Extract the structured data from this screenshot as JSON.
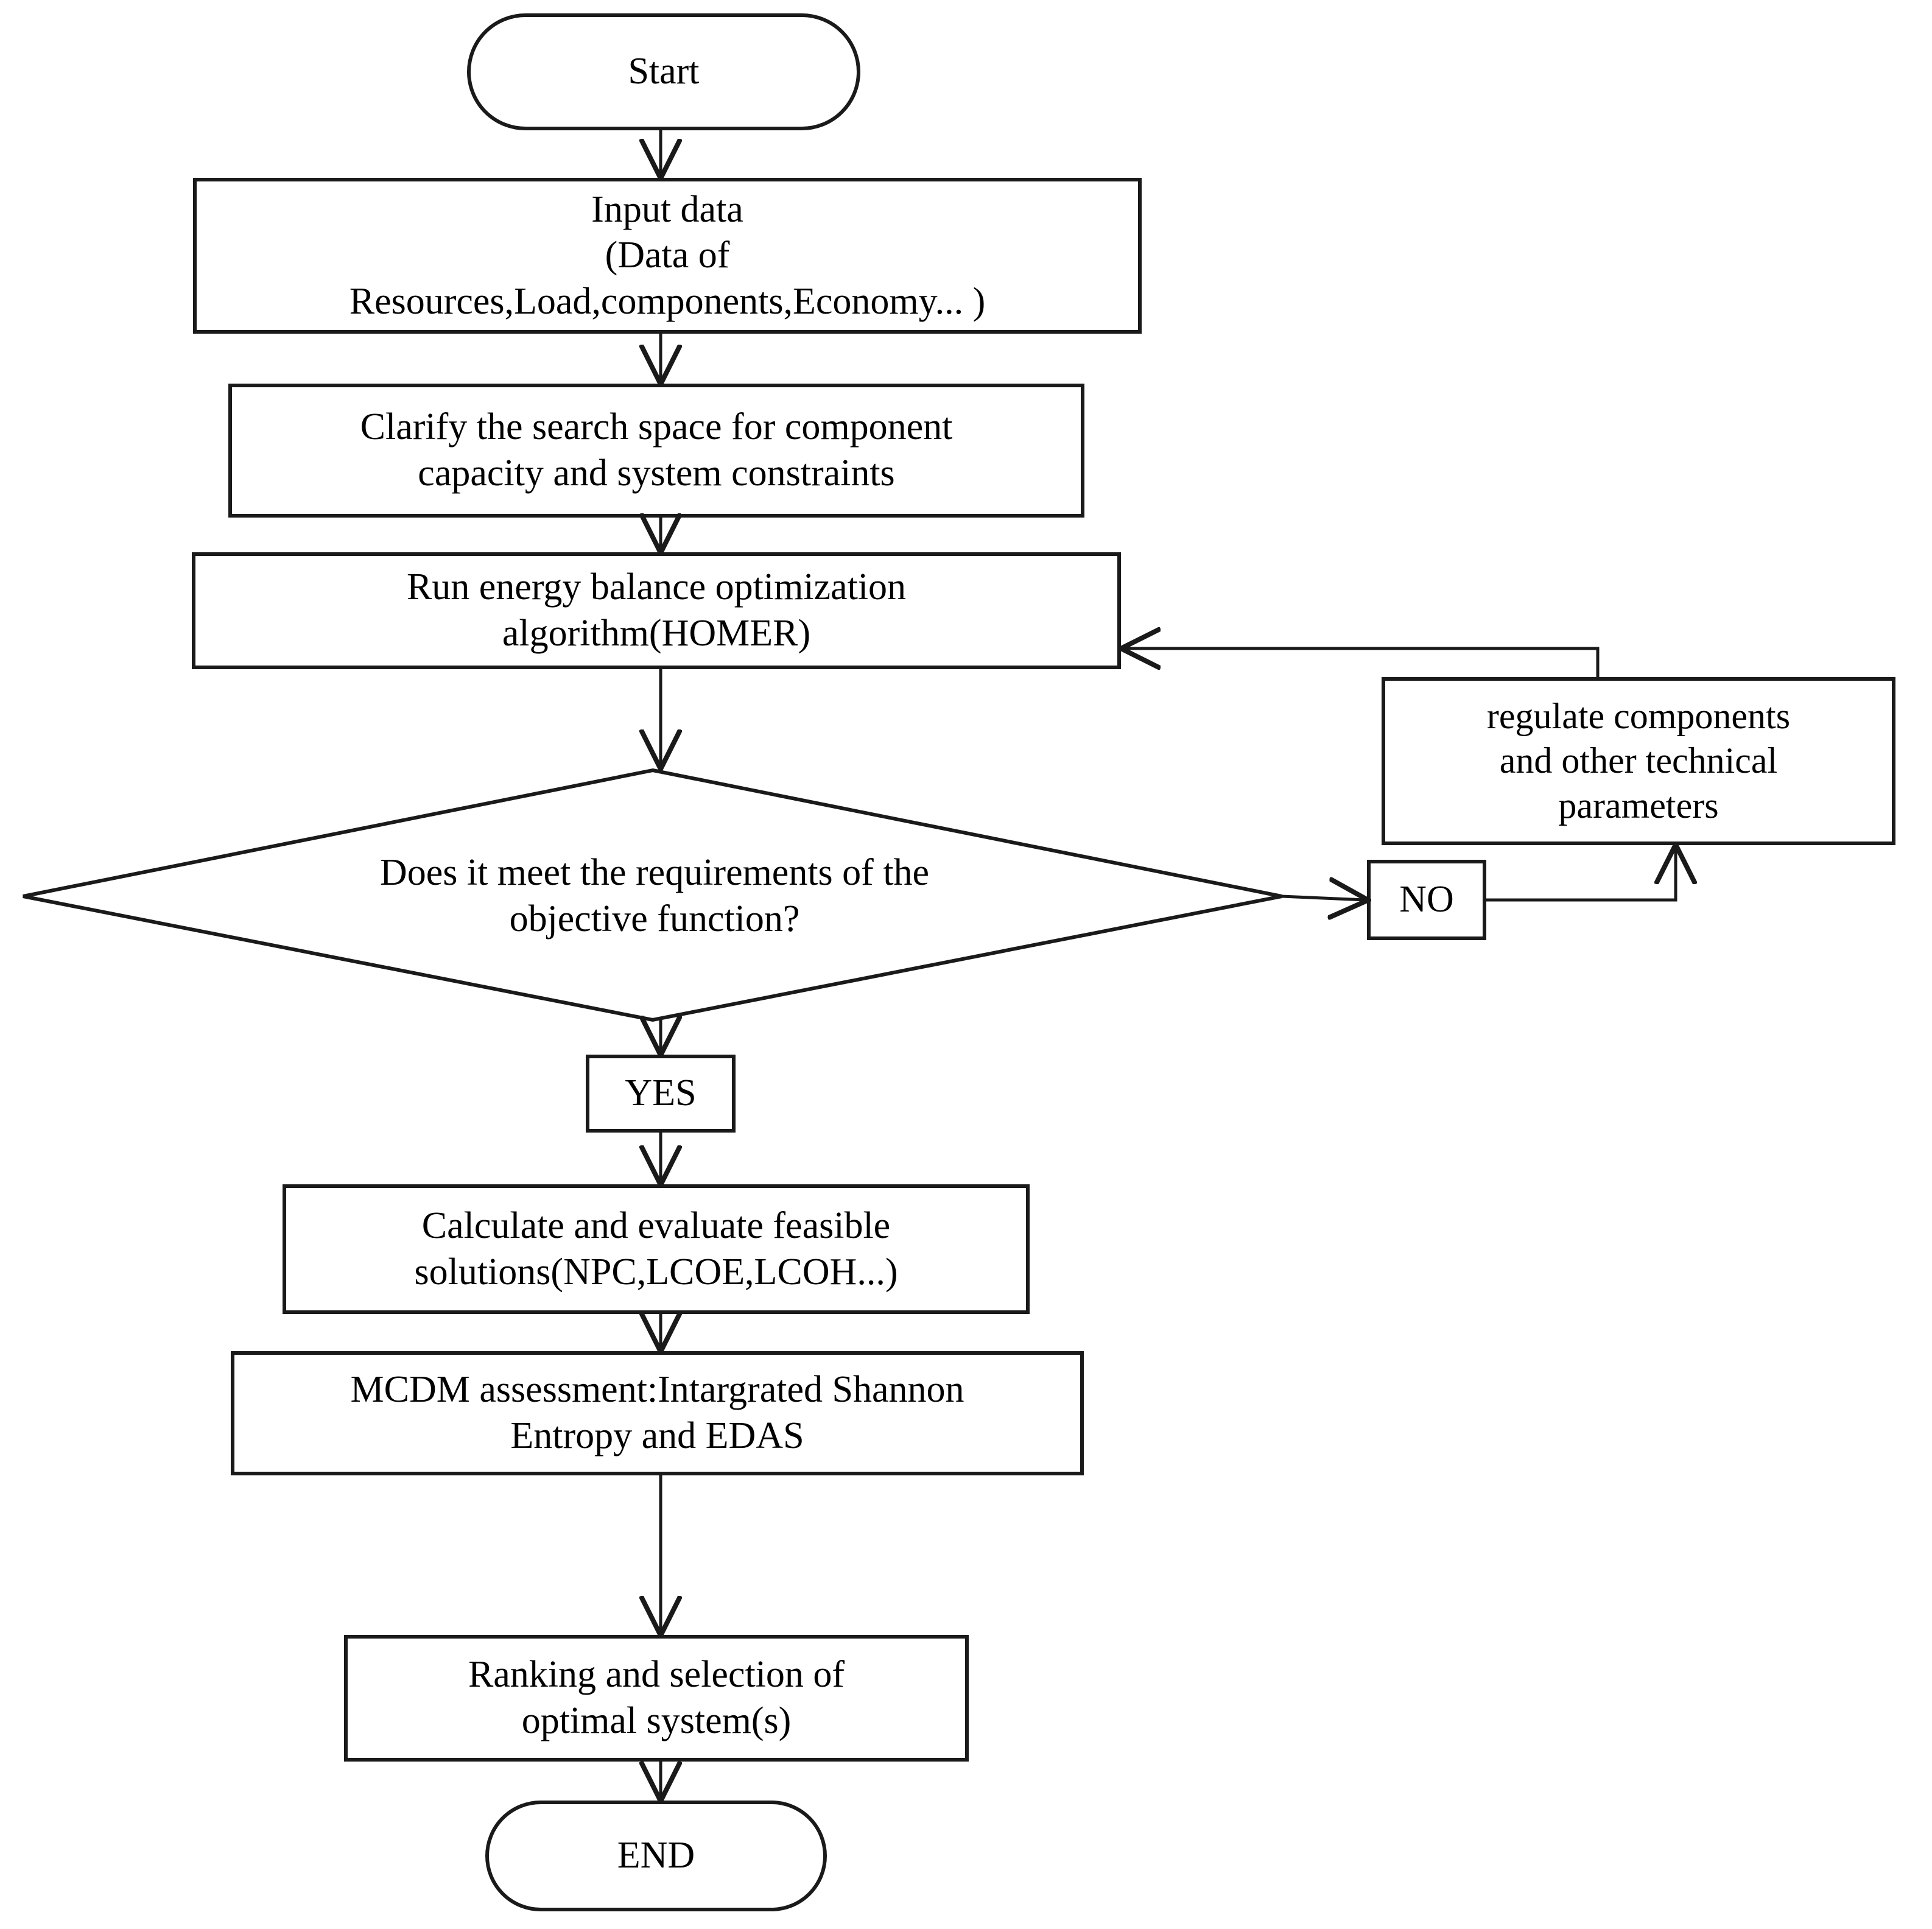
{
  "diagram": {
    "type": "flowchart",
    "title": "HOMER optimization and MCDM assessment flowchart",
    "colors": {
      "stroke": "#1a1a1a",
      "fill": "#ffffff",
      "text": "#000000"
    },
    "nodes": [
      {
        "id": "start",
        "shape": "stadium",
        "label": "Start"
      },
      {
        "id": "input-data",
        "shape": "rectangle",
        "label": "Input data\n(Data of\nResources,Load,components,Economy... )"
      },
      {
        "id": "clarify-search-space",
        "shape": "rectangle",
        "label": "Clarify the search space for component\ncapacity and system constraints"
      },
      {
        "id": "run-energy-balance",
        "shape": "rectangle",
        "label": "Run energy balance optimization\nalgorithm(HOMER)"
      },
      {
        "id": "objective-decision",
        "shape": "diamond",
        "label": "Does it meet the requirements of the\nobjective function?"
      },
      {
        "id": "regulate-components",
        "shape": "rectangle",
        "label": "regulate components\nand other technical\nparameters"
      },
      {
        "id": "no-label",
        "shape": "rectangle",
        "label": "NO"
      },
      {
        "id": "yes-label",
        "shape": "rectangle",
        "label": "YES"
      },
      {
        "id": "calculate-evaluate",
        "shape": "rectangle",
        "label": "Calculate and evaluate feasible\nsolutions(NPC,LCOE,LCOH...)"
      },
      {
        "id": "mcdm-assessment",
        "shape": "rectangle",
        "label": "MCDM assessment:Intargrated Shannon\nEntropy and EDAS"
      },
      {
        "id": "ranking-selection",
        "shape": "rectangle",
        "label": "Ranking and selection of\noptimal system(s)"
      },
      {
        "id": "end",
        "shape": "stadium",
        "label": "END"
      }
    ],
    "edges": [
      {
        "from": "start",
        "to": "input-data",
        "label": ""
      },
      {
        "from": "input-data",
        "to": "clarify-search-space",
        "label": ""
      },
      {
        "from": "clarify-search-space",
        "to": "run-energy-balance",
        "label": ""
      },
      {
        "from": "run-energy-balance",
        "to": "objective-decision",
        "label": ""
      },
      {
        "from": "objective-decision",
        "to": "no-label",
        "label": "NO"
      },
      {
        "from": "no-label",
        "to": "regulate-components",
        "label": ""
      },
      {
        "from": "regulate-components",
        "to": "run-energy-balance",
        "label": ""
      },
      {
        "from": "objective-decision",
        "to": "yes-label",
        "label": "YES"
      },
      {
        "from": "yes-label",
        "to": "calculate-evaluate",
        "label": ""
      },
      {
        "from": "calculate-evaluate",
        "to": "mcdm-assessment",
        "label": ""
      },
      {
        "from": "mcdm-assessment",
        "to": "ranking-selection",
        "label": ""
      },
      {
        "from": "ranking-selection",
        "to": "end",
        "label": ""
      }
    ]
  }
}
